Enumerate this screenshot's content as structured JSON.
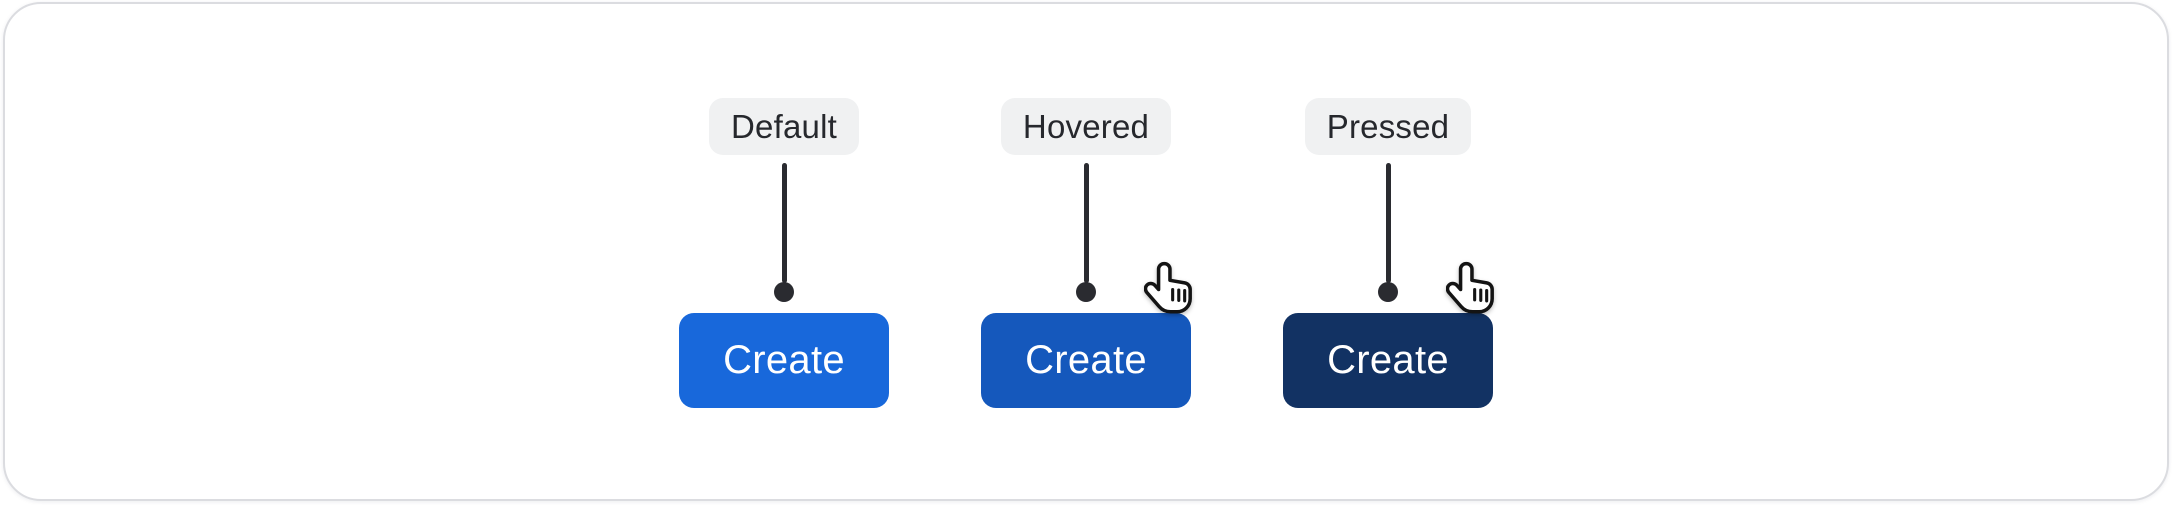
{
  "canvas": {
    "background": "#ffffff",
    "card_background": "#ffffff",
    "card_border": "#dbdce0"
  },
  "annotation": {
    "label_pill_background": "#f0f1f2",
    "label_text_color": "#26282d",
    "connector_color": "#2a2b30"
  },
  "button_text_color": "#ffffff",
  "states": [
    {
      "label": "Default",
      "button_label": "Create",
      "button_color": "#1868db",
      "cursor_visible": false
    },
    {
      "label": "Hovered",
      "button_label": "Create",
      "button_color": "#1558bc",
      "cursor_visible": true
    },
    {
      "label": "Pressed",
      "button_label": "Create",
      "button_color": "#123263",
      "cursor_visible": true
    }
  ]
}
